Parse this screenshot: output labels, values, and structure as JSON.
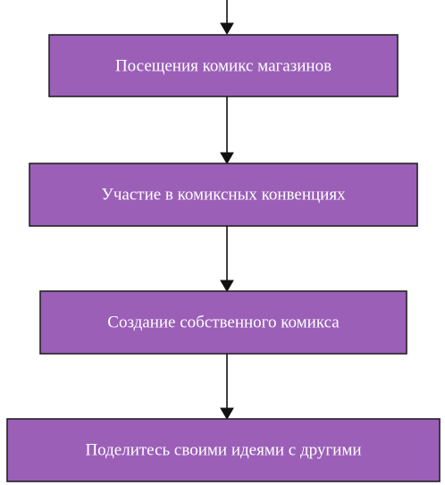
{
  "diagram": {
    "type": "flowchart",
    "node_fill": "#9b5fb8",
    "node_border": "#222222",
    "label_color": "#ffffff",
    "edge_color": "#111111",
    "nodes": [
      {
        "id": "n1",
        "label": "Посещения комикс магазинов"
      },
      {
        "id": "n2",
        "label": "Участие в комиксных конвенциях"
      },
      {
        "id": "n3",
        "label": "Создание собственного комикса"
      },
      {
        "id": "n4",
        "label": "Поделитесь своими идеями с другими"
      }
    ],
    "edges": [
      {
        "from": "",
        "to": "n1"
      },
      {
        "from": "n1",
        "to": "n2"
      },
      {
        "from": "n2",
        "to": "n3"
      },
      {
        "from": "n3",
        "to": "n4"
      }
    ]
  }
}
